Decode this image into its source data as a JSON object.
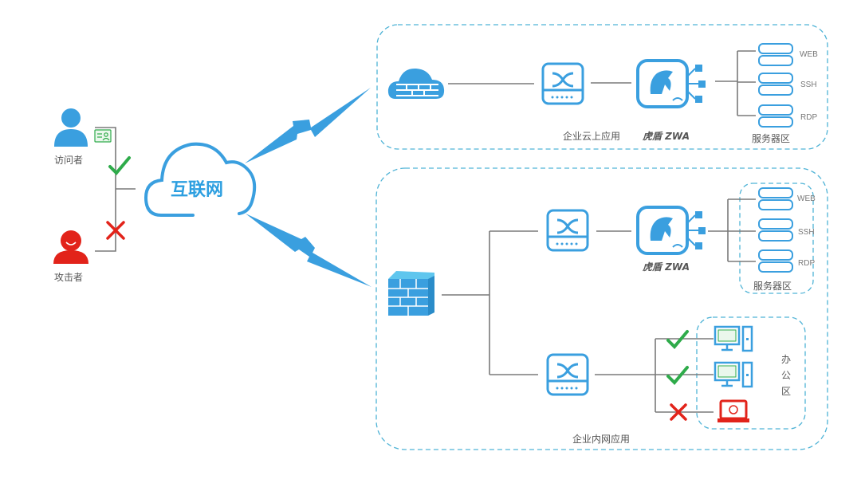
{
  "actors": {
    "visitor": {
      "label": "访问者",
      "status": "allowed",
      "color": "#3a9fdf"
    },
    "attacker": {
      "label": "攻击者",
      "status": "blocked",
      "color": "#e2231a"
    }
  },
  "internet": {
    "label": "互联网"
  },
  "cloud_zone": {
    "label": "企业云上应用",
    "zwa_label": "虎盾 ZWA",
    "server_zone_label": "服务器区",
    "servers": [
      "WEB",
      "SSH",
      "RDP"
    ]
  },
  "intranet_zone": {
    "label": "企业内网应用",
    "zwa_label": "虎盾 ZWA",
    "server_zone_label": "服务器区",
    "servers": [
      "WEB",
      "SSH",
      "RDP"
    ],
    "office_zone_label": "办公区",
    "office_devices": [
      {
        "type": "workstation",
        "status": "allowed"
      },
      {
        "type": "workstation",
        "status": "allowed"
      },
      {
        "type": "infected-laptop",
        "status": "blocked"
      }
    ]
  },
  "colors": {
    "accent": "#3a9fdf",
    "allow": "#2eab4a",
    "deny": "#e2231a",
    "zone_border": "#4fb3d6"
  }
}
